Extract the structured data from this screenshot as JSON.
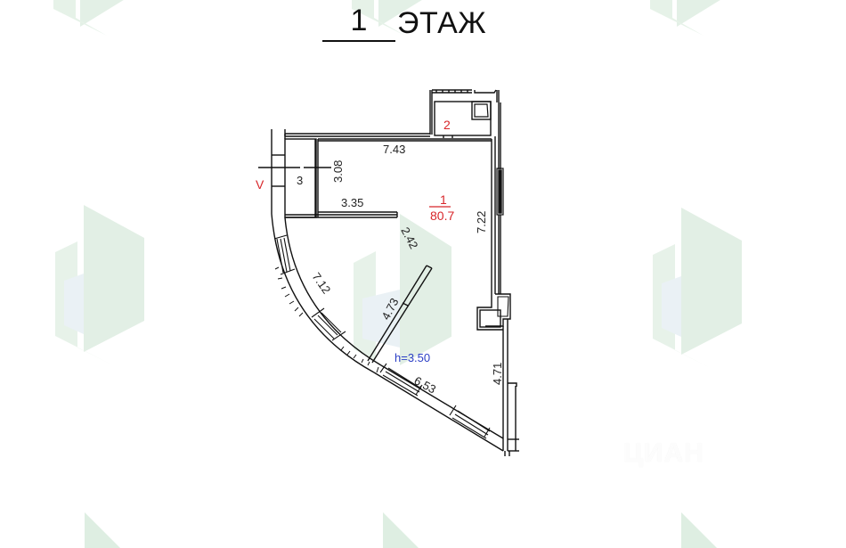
{
  "title": {
    "floor_number": "1",
    "label": "ЭТАЖ"
  },
  "rooms": [
    {
      "id": "1",
      "area": "80.7",
      "color": "#d8262a"
    },
    {
      "id": "2",
      "color": "#d8262a"
    },
    {
      "id": "3",
      "color": "#222222"
    }
  ],
  "entrance_marker": "V",
  "dimensions": {
    "top_wall": "7.43",
    "closet_depth": "3.08",
    "partition_length": "3.35",
    "right_wall_upper": "7.22",
    "right_wall_lower": "4.71",
    "curved_wall_upper": "7.12",
    "curved_wall_lower": "6.53",
    "diagonal_partition_upper": "2.42",
    "diagonal_partition_lower": "4.73"
  },
  "ceiling_height": "h=3.50",
  "watermark": {
    "brand_text": "ЦИАН",
    "logo_color": "#cfe6d6"
  },
  "colors": {
    "wall": "#111111",
    "room_number": "#d8262a",
    "height_text": "#2c3fc6",
    "background": "#ffffff"
  }
}
